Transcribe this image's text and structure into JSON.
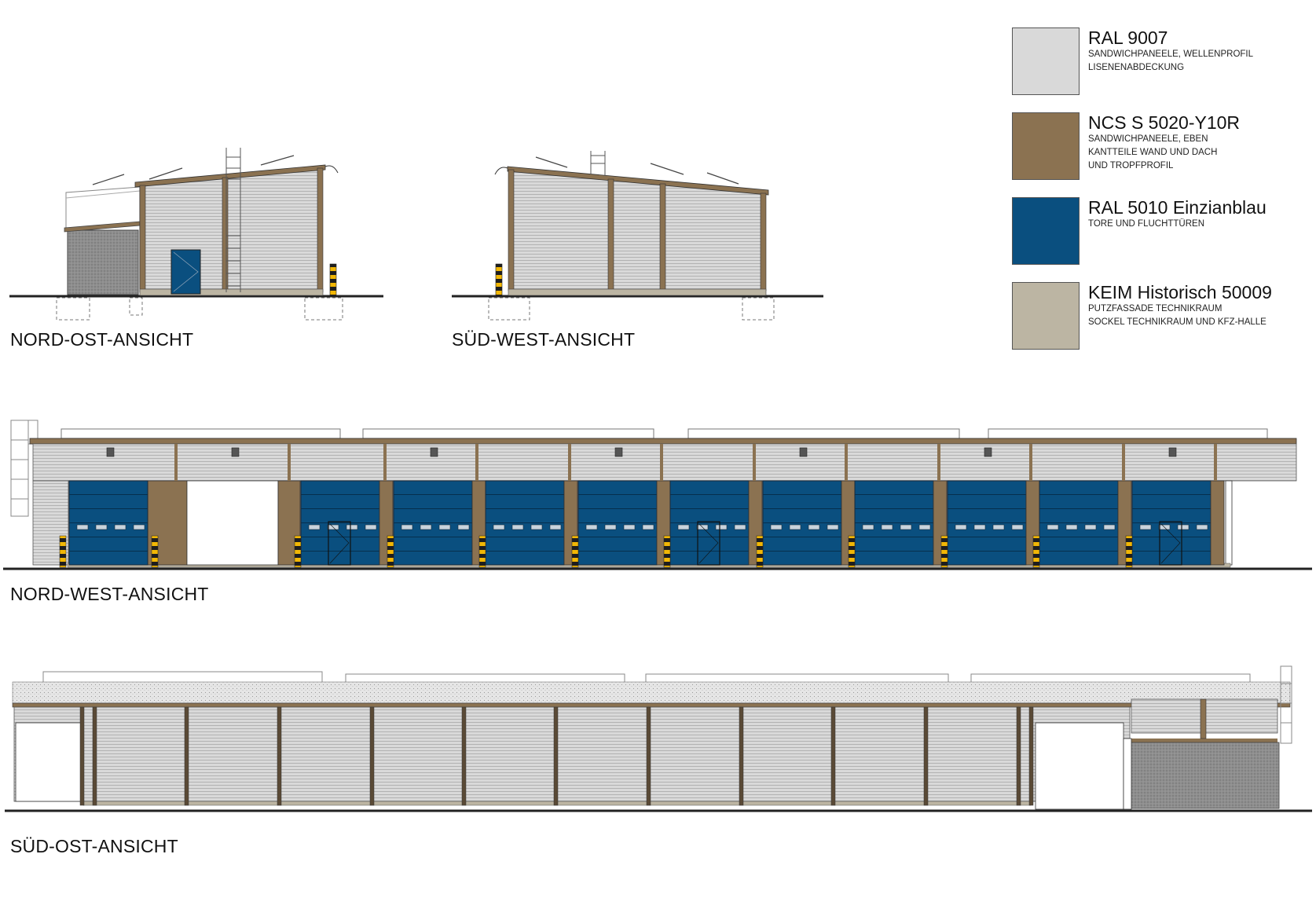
{
  "views": {
    "north_east": "NORD-OST-ANSICHT",
    "south_west": "SÜD-WEST-ANSICHT",
    "north_west": "NORD-WEST-ANSICHT",
    "south_east": "SÜD-OST-ANSICHT"
  },
  "legend": [
    {
      "code": "RAL 9007",
      "lines": [
        "SANDWICHPANEELE, WELLENPROFIL",
        "LISENENABDECKUNG"
      ],
      "color": "#d9d9d9"
    },
    {
      "code": "NCS S 5020-Y10R",
      "lines": [
        "SANDWICHPANEELE, EBEN",
        "KANTTEILE WAND UND DACH",
        "UND TROPFPROFIL"
      ],
      "color": "#8b7251"
    },
    {
      "code": "RAL 5010 Einzianblau",
      "lines": [
        "TORE UND FLUCHTTÜREN"
      ],
      "color": "#0a4f7f"
    },
    {
      "code": "KEIM Historisch 50009",
      "lines": [
        "PUTZFASSADE TECHNIKRAUM",
        "SOCKEL TECHNIKRAUM UND KFZ-HALLE"
      ],
      "color": "#bcb5a3"
    }
  ]
}
